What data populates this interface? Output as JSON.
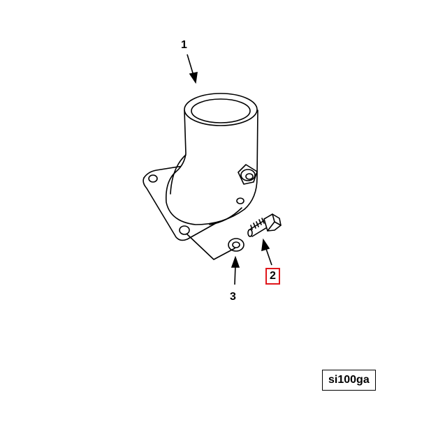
{
  "diagram": {
    "callouts": [
      {
        "id": "1",
        "label": "1",
        "part": "thermostat-housing-elbow",
        "highlighted": false
      },
      {
        "id": "2",
        "label": "2",
        "part": "capscrew",
        "highlighted": true
      },
      {
        "id": "3",
        "label": "3",
        "part": "washer",
        "highlighted": false
      }
    ],
    "reference_code": "si100ga",
    "colors": {
      "line": "#000000",
      "highlight": "#e0161b",
      "background": "#ffffff"
    }
  }
}
